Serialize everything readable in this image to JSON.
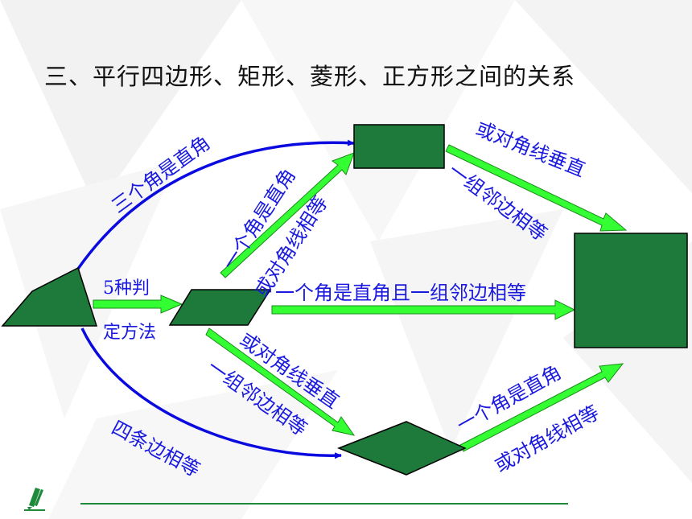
{
  "title": "三、平行四边形、矩形、菱形、正方形之间的关系",
  "labels": {
    "three_right_angles": "三个角是直角",
    "five_methods_top": "5种判",
    "five_methods_bottom": "定方法",
    "one_right_angle_top": "一个角是直角",
    "or_diagonals_equal_top": "或对角线相等",
    "or_diagonals_perp_top": "或对角线垂直",
    "adjacent_equal_top": "一组邻边相等",
    "right_and_adjacent": "一个角是直角且一组邻边相等",
    "or_diagonals_perp_bottom": "或对角线垂直",
    "adjacent_equal_bottom": "一组邻边相等",
    "four_sides_equal": "四条边相等",
    "one_right_angle_bottom": "一个角是直角",
    "or_diagonals_equal_bottom": "或对角线相等"
  },
  "colors": {
    "shape_fill": "#1e7a3a",
    "blue_arrow": "#0a0ae0",
    "green_arrow": "#33ff33",
    "label": "#1a1adf",
    "divider": "#1e8a3a"
  },
  "icons": {
    "pencil": "pencil-icon"
  }
}
